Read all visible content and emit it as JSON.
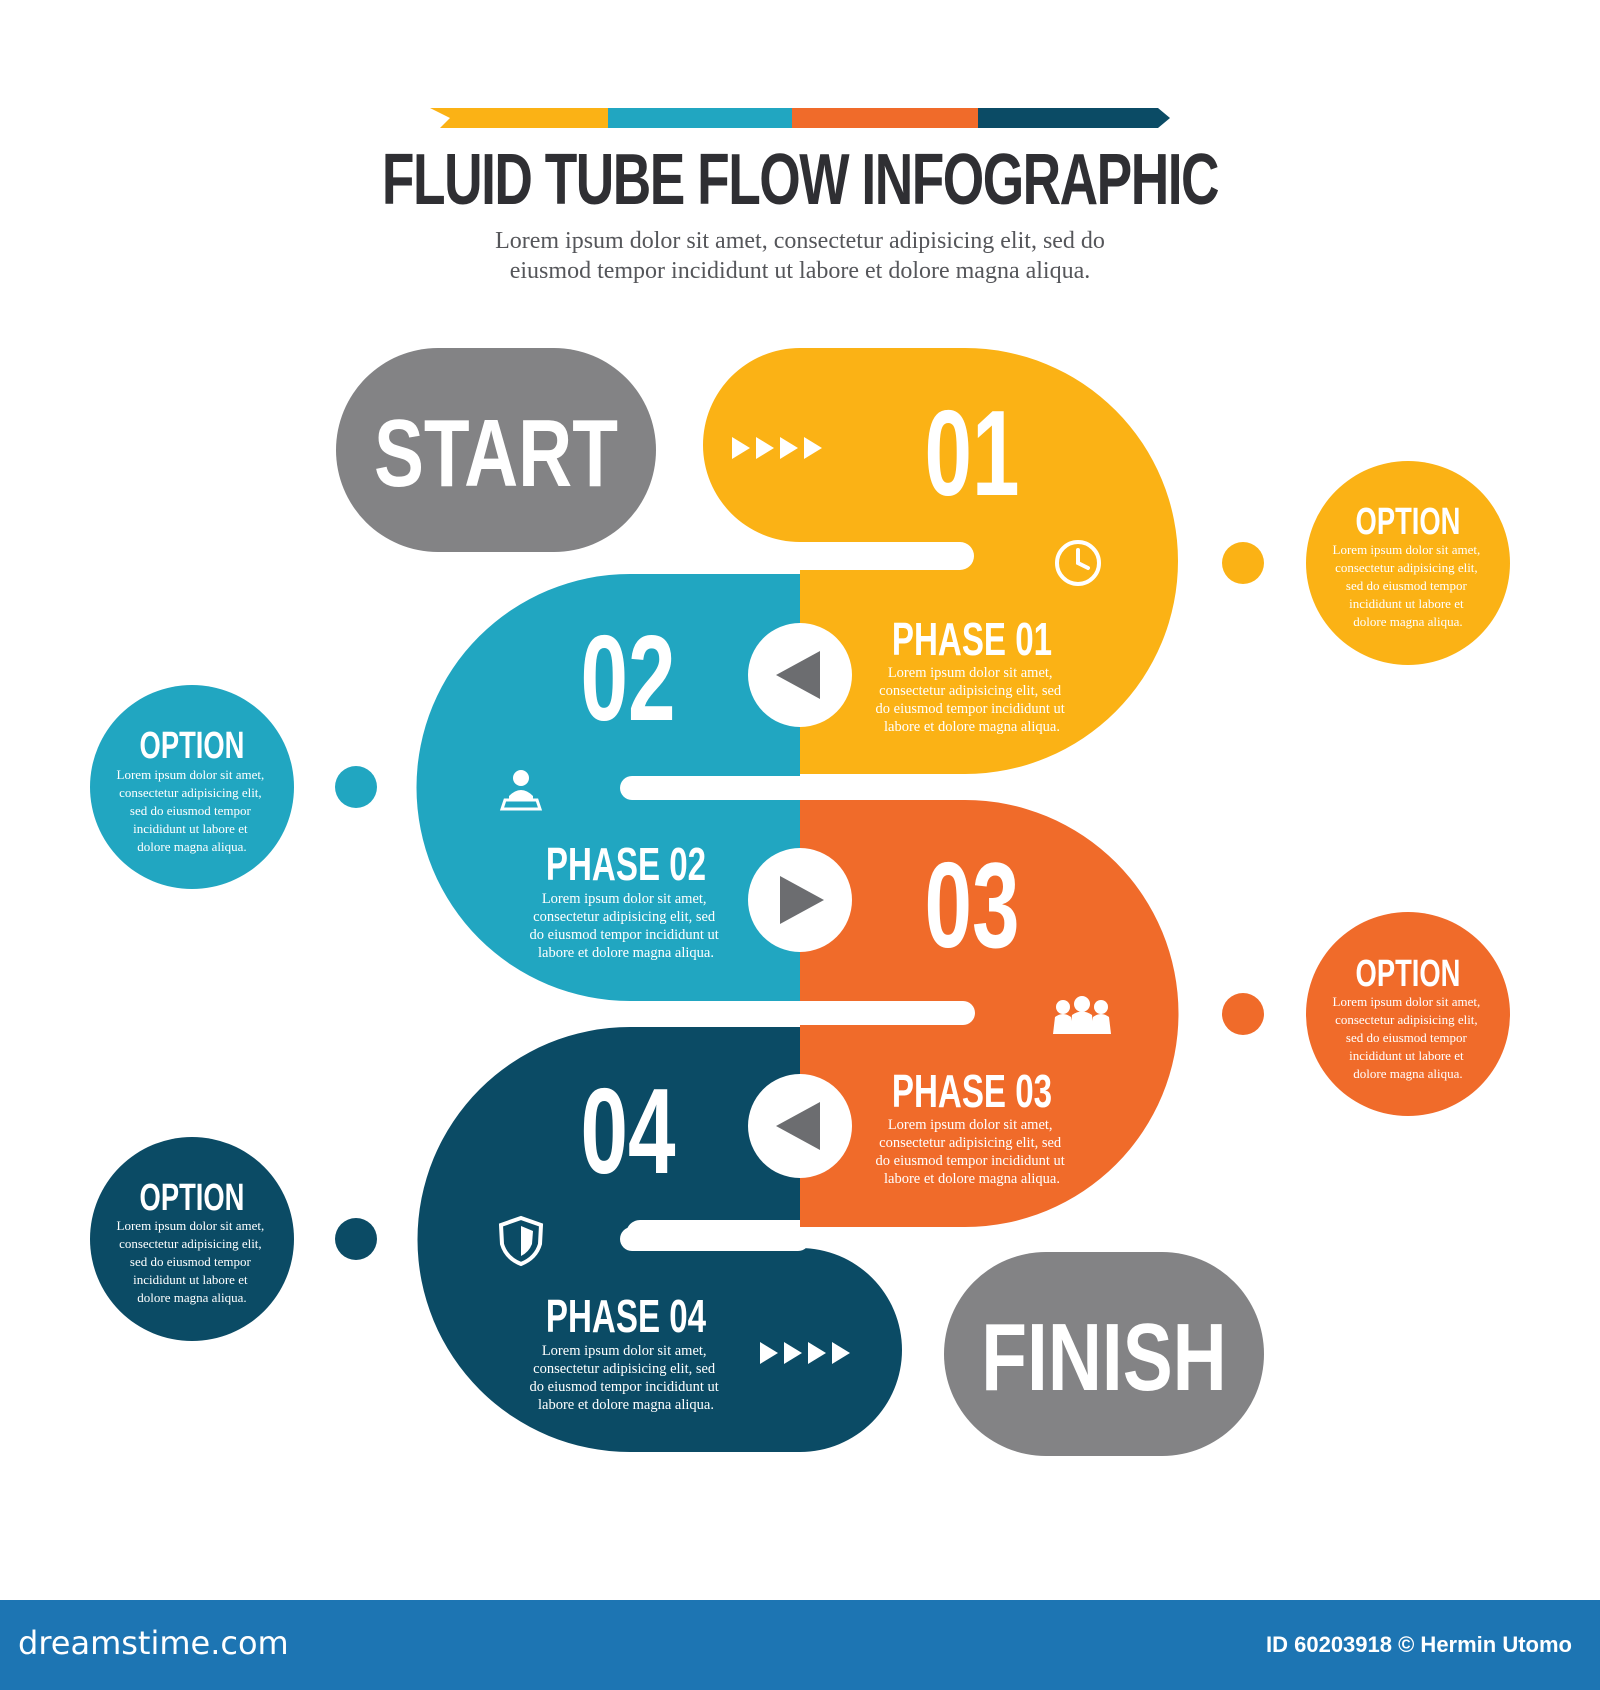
{
  "header": {
    "title": "FLUID TUBE FLOW INFOGRAPHIC",
    "subtitle_line1": "Lorem ipsum dolor sit amet, consectetur adipisicing elit, sed do",
    "subtitle_line2": "eiusmod tempor incididunt ut labore et dolore magna aliqua."
  },
  "colors": {
    "gray": "#838385",
    "yellow": "#fbb215",
    "teal": "#21a6c1",
    "orange": "#f06b2a",
    "navy": "#0b4b65"
  },
  "start_label": "START",
  "finish_label": "FINISH",
  "phases": [
    {
      "number": "01",
      "title": "PHASE 01",
      "icon": "clock-icon",
      "arrow": "play-left-icon",
      "text": [
        "Lorem ipsum dolor sit amet,",
        "consectetur adipisicing elit, sed",
        "do eiusmod tempor incididunt ut",
        "labore et dolore magna aliqua."
      ]
    },
    {
      "number": "02",
      "title": "PHASE 02",
      "icon": "person-desk-icon",
      "arrow": "play-right-icon",
      "text": [
        "Lorem ipsum dolor sit amet,",
        "consectetur adipisicing elit, sed",
        "do eiusmod tempor incididunt ut",
        "labore et dolore magna aliqua."
      ]
    },
    {
      "number": "03",
      "title": "PHASE 03",
      "icon": "team-icon",
      "arrow": "play-left-icon",
      "text": [
        "Lorem ipsum dolor sit amet,",
        "consectetur adipisicing elit, sed",
        "do eiusmod tempor incididunt ut",
        "labore et dolore magna aliqua."
      ]
    },
    {
      "number": "04",
      "title": "PHASE 04",
      "icon": "shield-icon",
      "arrow": "fast-forward-icon",
      "text": [
        "Lorem ipsum dolor sit amet,",
        "consectetur adipisicing elit, sed",
        "do eiusmod tempor incididunt ut",
        "labore et dolore magna aliqua."
      ]
    }
  ],
  "options": [
    {
      "title": "OPTION",
      "color": "yellow",
      "text": [
        "Lorem ipsum dolor sit amet,",
        "consectetur adipisicing elit,",
        "sed do eiusmod tempor",
        "incididunt ut labore et",
        "dolore magna aliqua."
      ]
    },
    {
      "title": "OPTION",
      "color": "teal",
      "text": [
        "Lorem ipsum dolor sit amet,",
        "consectetur adipisicing elit,",
        "sed do eiusmod tempor",
        "incididunt ut labore et",
        "dolore magna aliqua."
      ]
    },
    {
      "title": "OPTION",
      "color": "orange",
      "text": [
        "Lorem ipsum dolor sit amet,",
        "consectetur adipisicing elit,",
        "sed do eiusmod tempor",
        "incididunt ut labore et",
        "dolore magna aliqua."
      ]
    },
    {
      "title": "OPTION",
      "color": "navy",
      "text": [
        "Lorem ipsum dolor sit amet,",
        "consectetur adipisicing elit,",
        "sed do eiusmod tempor",
        "incididunt ut labore et",
        "dolore magna aliqua."
      ]
    }
  ],
  "footer": {
    "brand": "dreamstime.com",
    "id_text": "ID 60203918 © Hermin Utomo"
  }
}
